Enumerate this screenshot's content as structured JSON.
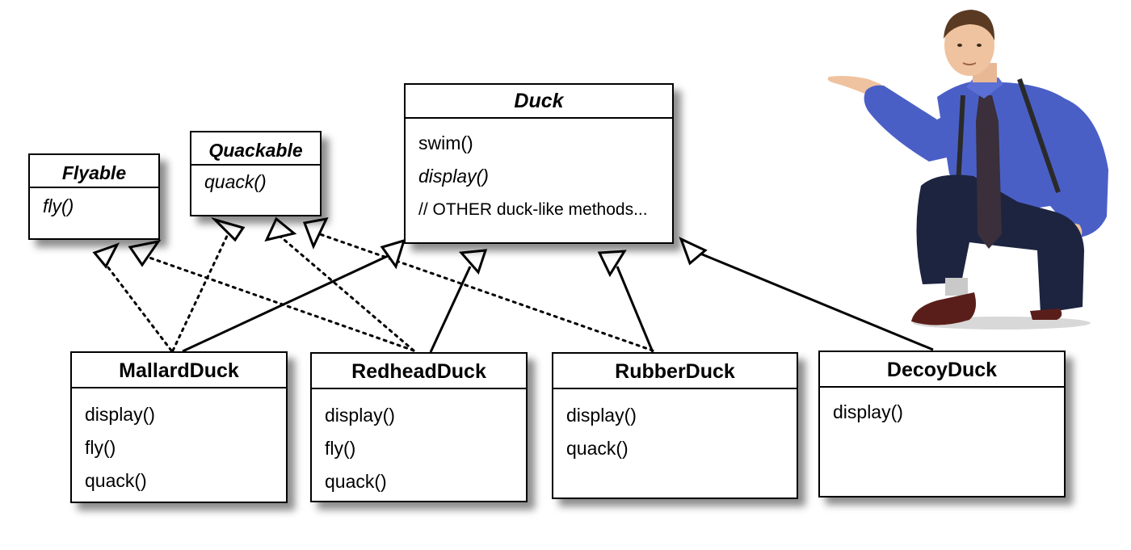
{
  "colors": {
    "line": "#000000",
    "box_bg": "#ffffff",
    "shirt": "#4a5fc6",
    "pants": "#1c2440",
    "tie": "#3a2f3a",
    "shoe": "#5a1e1a",
    "skin": "#efc3a0",
    "hair": "#5a3a22"
  },
  "icons": {
    "presenter": "businessman-presenting-illustration"
  },
  "classes": {
    "duck": {
      "name": "Duck",
      "methods": [
        "swim()",
        "display()",
        "// OTHER duck-like methods..."
      ]
    },
    "flyable": {
      "name": "Flyable",
      "methods": [
        "fly()"
      ]
    },
    "quackable": {
      "name": "Quackable",
      "methods": [
        "quack()"
      ]
    },
    "mallard": {
      "name": "MallardDuck",
      "methods": [
        "display()",
        "fly()",
        "quack()"
      ]
    },
    "redhead": {
      "name": "RedheadDuck",
      "methods": [
        "display()",
        "fly()",
        "quack()"
      ]
    },
    "rubber": {
      "name": "RubberDuck",
      "methods": [
        "display()",
        "quack()"
      ]
    },
    "decoy": {
      "name": "DecoyDuck",
      "methods": [
        "display()"
      ]
    }
  }
}
